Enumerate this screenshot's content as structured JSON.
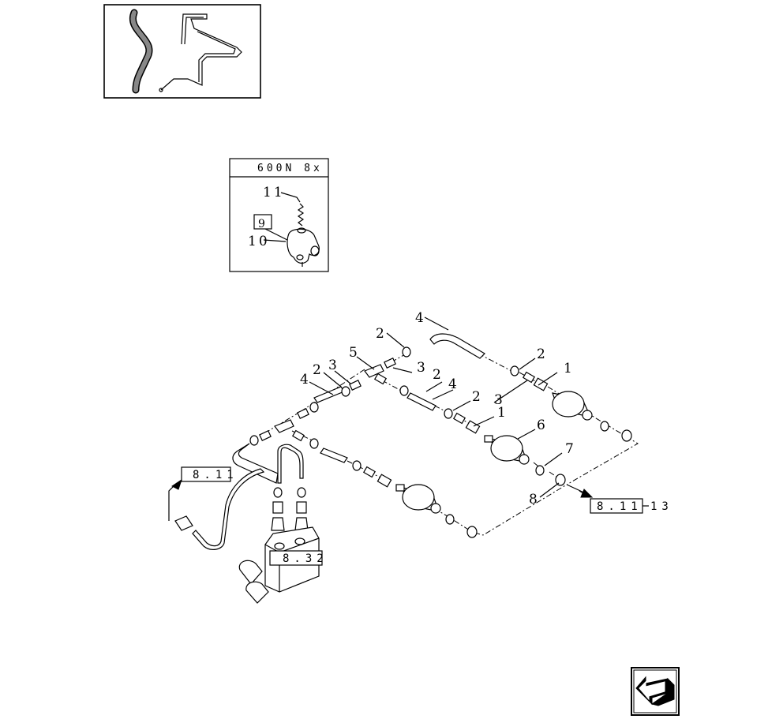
{
  "inset_variant": {
    "header": "600N 8x",
    "callouts": [
      {
        "id": "inset-11",
        "label": "11"
      },
      {
        "id": "inset-10",
        "label": "10"
      },
      {
        "id": "inset-9",
        "label": "9"
      }
    ]
  },
  "callouts": [
    {
      "id": "c-4-top",
      "label": "4"
    },
    {
      "id": "c-2-a",
      "label": "2"
    },
    {
      "id": "c-5",
      "label": "5"
    },
    {
      "id": "c-3-a",
      "label": "3"
    },
    {
      "id": "c-2-right",
      "label": "2"
    },
    {
      "id": "c-1-a",
      "label": "1"
    },
    {
      "id": "c-2-b",
      "label": "2"
    },
    {
      "id": "c-3-b",
      "label": "3"
    },
    {
      "id": "c-4-left",
      "label": "4"
    },
    {
      "id": "c-2-c",
      "label": "2"
    },
    {
      "id": "c-4-mid",
      "label": "4"
    },
    {
      "id": "c-3-c",
      "label": "3"
    },
    {
      "id": "c-2-d",
      "label": "2"
    },
    {
      "id": "c-1-b",
      "label": "1"
    },
    {
      "id": "c-6",
      "label": "6"
    },
    {
      "id": "c-7",
      "label": "7"
    },
    {
      "id": "c-8",
      "label": "8"
    }
  ],
  "references": [
    {
      "id": "ref-8-11-left",
      "label": "8.11"
    },
    {
      "id": "ref-8-11-right",
      "label": "8.11",
      "suffix": "13"
    },
    {
      "id": "ref-8-32",
      "label": "8.32"
    }
  ],
  "navigation": {
    "icon": "return-arrow-icon"
  }
}
